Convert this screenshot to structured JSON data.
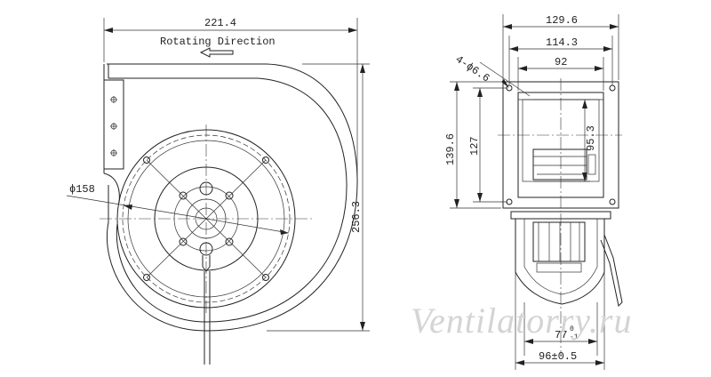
{
  "side_view": {
    "width_dim": "221.4",
    "rotating_direction": "Rotating Direction",
    "diameter_dim": "ϕ158",
    "height_dim": "256.3"
  },
  "front_view": {
    "total_width_dim": "129.6",
    "hole_spacing_dim": "114.3",
    "inner_width_dim": "92",
    "holes_dim": "4-ϕ6.6",
    "total_height_dim": "139.6",
    "inner_height_dim": "127",
    "opening_height_dim": "95.3"
  },
  "bottom_view": {
    "inlet_dim": "77",
    "inlet_tol_upper": "0",
    "inlet_tol_lower": "-1",
    "depth_dim": "96±0.5"
  },
  "watermark": "Ventilatorry.ru"
}
